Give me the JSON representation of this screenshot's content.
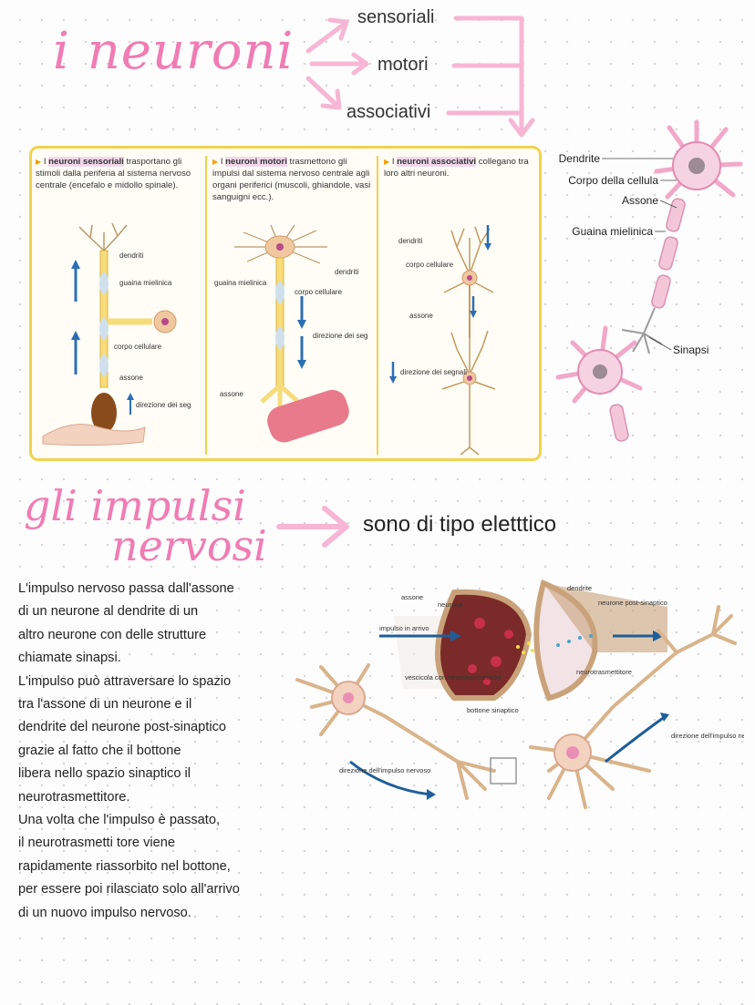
{
  "title": "i neuroni",
  "neuron_types": [
    "sensoriali",
    "motori",
    "associativi"
  ],
  "panel": {
    "sensory": {
      "text_prefix": "I ",
      "text_highlight": "neuroni sensoriali",
      "text_rest": " trasportano gli stimoli dalla periferia al sistema nervoso centrale (encefalo e midollo spinale).",
      "labels": [
        "dendriti",
        "guaina mielinica",
        "corpo cellulare",
        "assone",
        "direzione dei segnali"
      ]
    },
    "motor": {
      "text_prefix": "I ",
      "text_highlight": "neuroni motori",
      "text_rest": " trasmettono gli impulsi dal sistema nervoso centrale agli organi periferici (muscoli, ghiandole, vasi sanguigni ecc.).",
      "labels": [
        "dendriti",
        "guaina mielinica",
        "corpo cellulare",
        "direzione dei segnali",
        "assone"
      ]
    },
    "associative": {
      "text_prefix": "I ",
      "text_highlight": "neuroni associativi",
      "text_rest": " collegano tra loro altri neuroni.",
      "labels": [
        "dendriti",
        "corpo cellulare",
        "assone",
        "direzione dei segnali"
      ]
    }
  },
  "neuron_diagram": {
    "labels": [
      "Dendrite",
      "Corpo della cellula",
      "Assone",
      "Guaina mielinica",
      "Sinapsi"
    ]
  },
  "impulses": {
    "title_line1": "gli impulsi",
    "title_line2": "nervosi",
    "description": "sono di tipo eletttico",
    "body_lines": [
      "L'impulso nervoso passa dall'assone",
      "di un neurone al dendrite di un",
      "altro neurone con delle  strutture",
      "chiamate sinapsi.",
      "L'impulso può attraversare lo spazio",
      "tra l'assone di un neurone e il",
      "dendrite del neurone post-sinaptico",
      "grazie al fatto che il bottone",
      "libera nello spazio sinaptico il",
      "neurotrasmettitore.",
      "Una volta che l'impulso è passato,",
      "il neurotrasmetti tore viene",
      "rapidamente riassorbito nel bottone,",
      "per essere poi rilasciato solo all'arrivo",
      "di un nuovo impulso nervoso."
    ]
  },
  "synapse_diagram": {
    "labels": [
      "assone",
      "neurone",
      "dendrite",
      "neurone post-sinaptico",
      "impulso in arrivo",
      "neurotrasmettitore",
      "vescicola con neurotrasmettitori",
      "bottone sinaptico",
      "direzione dell'impulso nervoso",
      "direzione dell'impulso nervoso"
    ]
  },
  "colors": {
    "accent_pink": "#f07cb4",
    "panel_border": "#f2d24e",
    "arrow_pink": "#f7b6d4"
  }
}
